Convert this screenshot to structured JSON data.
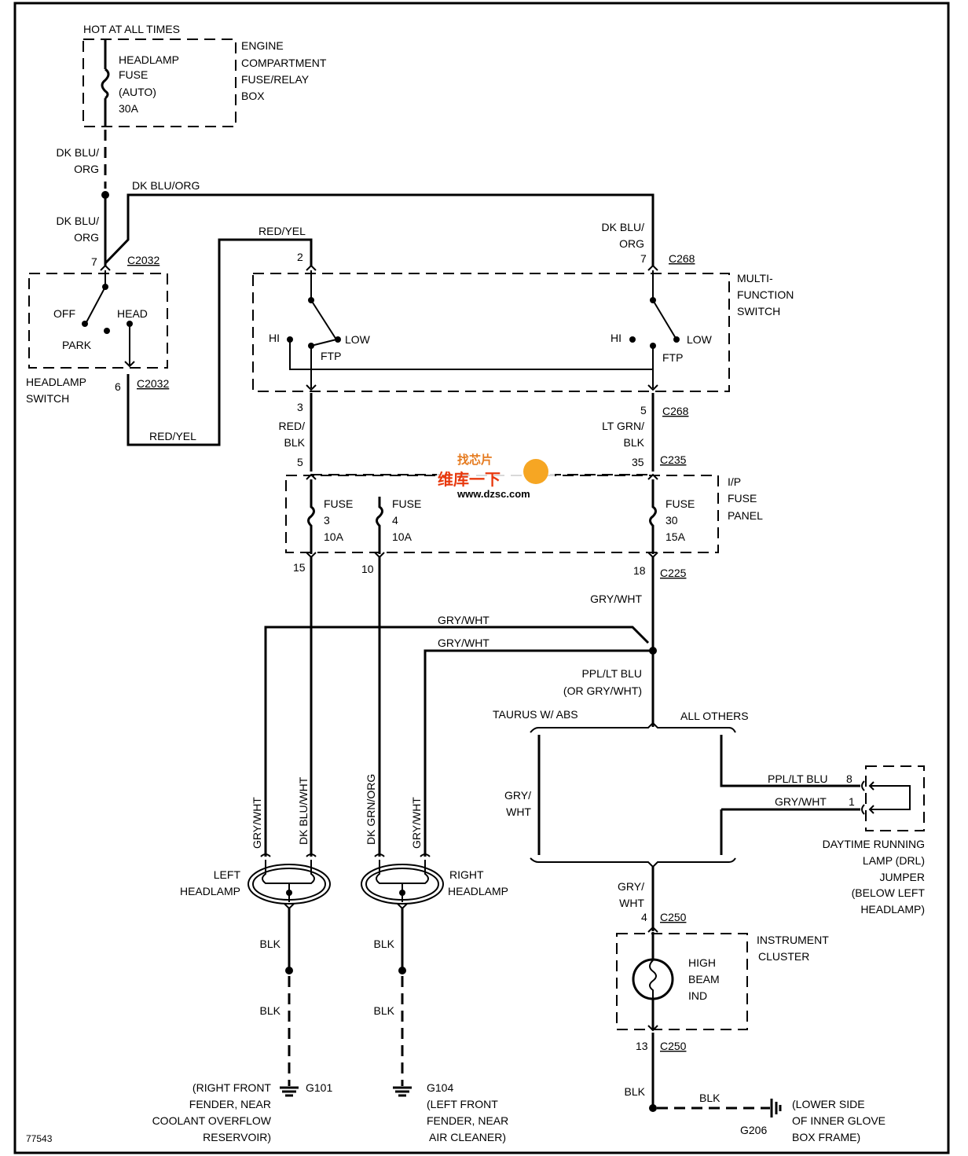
{
  "diagram_id": "77543",
  "watermark": {
    "top": "找芯片",
    "main": "维库一下",
    "url": "www.dzsc.com"
  },
  "labels": {
    "hot_at_all_times": "HOT AT ALL TIMES",
    "fuse_l1": "HEADLAMP",
    "fuse_l2": "FUSE",
    "fuse_l3": "(AUTO)",
    "fuse_l4": "30A",
    "ecfrb_l1": "ENGINE",
    "ecfrb_l2": "COMPARTMENT",
    "ecfrb_l3": "FUSE/RELAY",
    "ecfrb_l4": "BOX",
    "w1_l1": "DK BLU/",
    "w1_l2": "ORG",
    "w2": "DK BLU/ORG",
    "w3_l1": "DK BLU/",
    "w3_l2": "ORG",
    "pin7a": "7",
    "c2032a": "C2032",
    "redyel_top": "RED/YEL",
    "pin2": "2",
    "w4_l1": "DK BLU/",
    "w4_l2": "ORG",
    "pin7b": "7",
    "c268a": "C268",
    "mfs_l1": "MULTI-",
    "mfs_l2": "FUNCTION",
    "mfs_l3": "SWITCH",
    "off": "OFF",
    "head": "HEAD",
    "park": "PARK",
    "hs_l1": "HEADLAMP",
    "hs_l2": "SWITCH",
    "pin6": "6",
    "c2032b": "C2032",
    "redyel_bottom": "RED/YEL",
    "hi_left": "HI",
    "low_left": "LOW",
    "ftp_left": "FTP",
    "hi_right": "HI",
    "low_right": "LOW",
    "ftp_right": "FTP",
    "pin3": "3",
    "redblk_l1": "RED/",
    "redblk_l2": "BLK",
    "pin5a": "5",
    "c268b": "C268",
    "ltgrn_l1": "LT GRN/",
    "ltgrn_l2": "BLK",
    "pin5b": "5",
    "pin35": "35",
    "c235": "C235",
    "ip_l1": "I/P",
    "ip_l2": "FUSE",
    "ip_l3": "PANEL",
    "f3_l1": "FUSE",
    "f3_l2": "3",
    "f3_l3": "10A",
    "f4_l1": "FUSE",
    "f4_l2": "4",
    "f4_l3": "10A",
    "f30_l1": "FUSE",
    "f30_l2": "30",
    "f30_l3": "15A",
    "pin15": "15",
    "pin10": "10",
    "pin18": "18",
    "c225": "C225",
    "grywht_a": "GRY/WHT",
    "grywht_b": "GRY/WHT",
    "grywht_c": "GRY/WHT",
    "ppl_l1": "PPL/LT BLU",
    "ppl_l2": "(OR GRY/WHT)",
    "taurus": "TAURUS W/ ABS",
    "all_others": "ALL OTHERS",
    "gw_l1": "GRY/",
    "gw_l2": "WHT",
    "drl_ppl": "PPL/LT BLU",
    "pin8": "8",
    "drl_gw": "GRY/WHT",
    "pin1": "1",
    "drl_l1": "DAYTIME RUNNING",
    "drl_l2": "LAMP (DRL)",
    "drl_l3": "JUMPER",
    "drl_l4": "(BELOW LEFT",
    "drl_l5": "HEADLAMP)",
    "v_grywht_l": "GRY/WHT",
    "v_dkbluwht": "DK BLU/WHT",
    "v_dkgrnorg": "DK GRN/ORG",
    "v_grywht_r": "GRY/WHT",
    "lh_l1": "LEFT",
    "lh_l2": "HEADLAMP",
    "rh_l1": "RIGHT",
    "rh_l2": "HEADLAMP",
    "gw2_l1": "GRY/",
    "gw2_l2": "WHT",
    "pin4": "4",
    "c250a": "C250",
    "ic_l1": "INSTRUMENT",
    "ic_l2": "CLUSTER",
    "hb_l1": "HIGH",
    "hb_l2": "BEAM",
    "hb_l3": "IND",
    "pin13": "13",
    "c250b": "C250",
    "blk1": "BLK",
    "blk2": "BLK",
    "blk3": "BLK",
    "blk4": "BLK",
    "blk5": "BLK",
    "blk6": "BLK",
    "g101_l1": "(RIGHT FRONT",
    "g101": "G101",
    "g101_l2": "FENDER, NEAR",
    "g101_l3": "COOLANT OVERFLOW",
    "g101_l4": "RESERVOIR)",
    "g104": "G104",
    "g104_l1": "(LEFT FRONT",
    "g104_l2": "FENDER, NEAR",
    "g104_l3": "AIR CLEANER)",
    "g206_l1": "(LOWER SIDE",
    "g206_l2": "OF INNER GLOVE",
    "g206_l3": "BOX FRAME)",
    "g206": "G206"
  }
}
